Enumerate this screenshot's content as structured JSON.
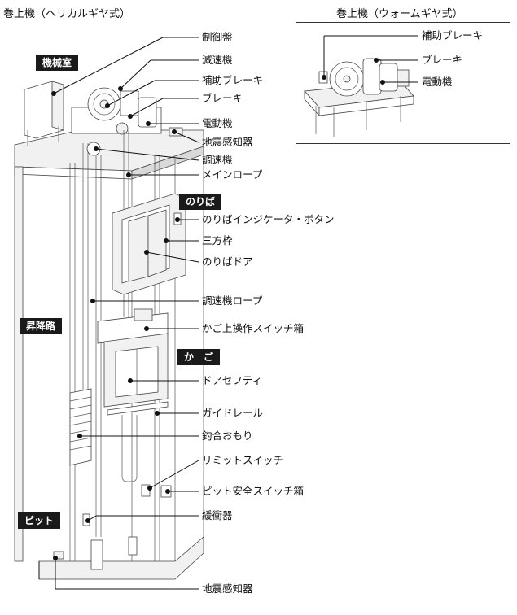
{
  "titles": {
    "main": "巻上機（ヘリカルギヤ式）",
    "inset": "巻上機（ウォームギヤ式）"
  },
  "sections": {
    "machine_room": "機械室",
    "landing": "のりば",
    "hoistway": "昇降路",
    "car": "か　ご",
    "pit": "ピット"
  },
  "labels": {
    "control_panel": "制御盤",
    "reducer": "減速機",
    "aux_brake": "補助ブレーキ",
    "brake": "ブレーキ",
    "motor": "電動機",
    "seismic_sensor_top": "地震感知器",
    "governor": "調速機",
    "main_rope": "メインロープ",
    "landing_indicator": "のりばインジケータ・ボタン",
    "three_side_frame": "三方枠",
    "landing_door": "のりばドア",
    "governor_rope": "調速機ロープ",
    "car_top_switch": "かご上操作スイッチ箱",
    "door_safety": "ドアセフティ",
    "guide_rail": "ガイドレール",
    "counterweight": "釣合おもり",
    "limit_switch": "リミットスイッチ",
    "pit_switch": "ピット安全スイッチ箱",
    "buffer": "緩衝器",
    "seismic_sensor_bottom": "地震感知器"
  },
  "inset_labels": {
    "aux_brake": "補助ブレーキ",
    "brake": "ブレーキ",
    "motor": "電動機"
  }
}
